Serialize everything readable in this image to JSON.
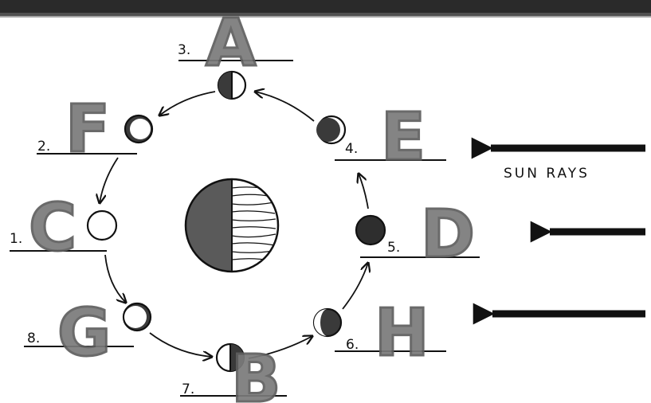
{
  "sun_rays_label": "SUN RAYS",
  "positions": [
    {
      "number": "3.",
      "answer": "A"
    },
    {
      "number": "2.",
      "answer": "F"
    },
    {
      "number": "4.",
      "answer": "E"
    },
    {
      "number": "1.",
      "answer": "C"
    },
    {
      "number": "5.",
      "answer": "D"
    },
    {
      "number": "8.",
      "answer": "G"
    },
    {
      "number": "6.",
      "answer": "H"
    },
    {
      "number": "7.",
      "answer": "B"
    }
  ],
  "colors": {
    "ink": "#111111",
    "handwriting": "#7a7a7a",
    "background": "#ffffff"
  }
}
